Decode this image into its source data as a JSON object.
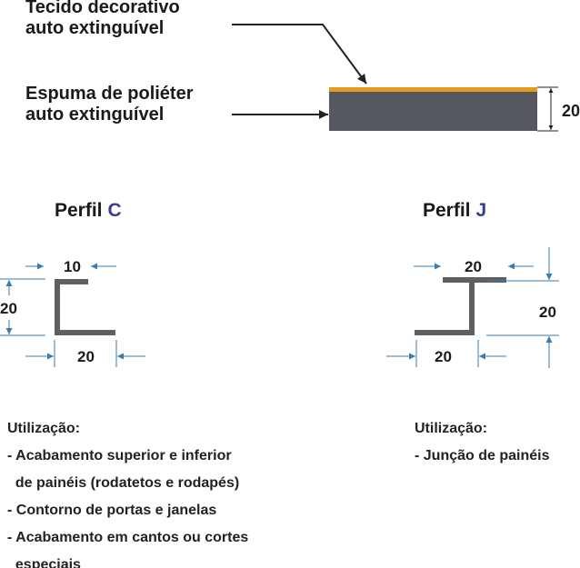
{
  "materials": {
    "fabric": {
      "line1": "Tecido decorativo",
      "line2": "auto extinguível",
      "color": "#e89a1e"
    },
    "foam": {
      "line1": "Espuma de poliéter",
      "line2": "auto extinguível",
      "color": "#55585e"
    },
    "thickness": "20"
  },
  "profile_c": {
    "title": "Perfil",
    "letter": "C",
    "dims": {
      "top": "10",
      "height": "20",
      "bottom": "20"
    },
    "usage_title": "Utilização:",
    "usage": [
      "- Acabamento superior e inferior",
      "  de painéis (rodatetos e rodapés)",
      "- Contorno de portas e janelas",
      "- Acabamento em cantos ou cortes",
      "  especiais"
    ]
  },
  "profile_j": {
    "title": "Perfil",
    "letter": "J",
    "dims": {
      "top": "20",
      "height": "20",
      "bottom": "20"
    },
    "usage_title": "Utilização:",
    "usage": [
      "- Junção de painéis"
    ]
  },
  "colors": {
    "dimension": "#3a7bb0",
    "profile": "#5f5f5f",
    "accent": "#3b3b8f"
  }
}
